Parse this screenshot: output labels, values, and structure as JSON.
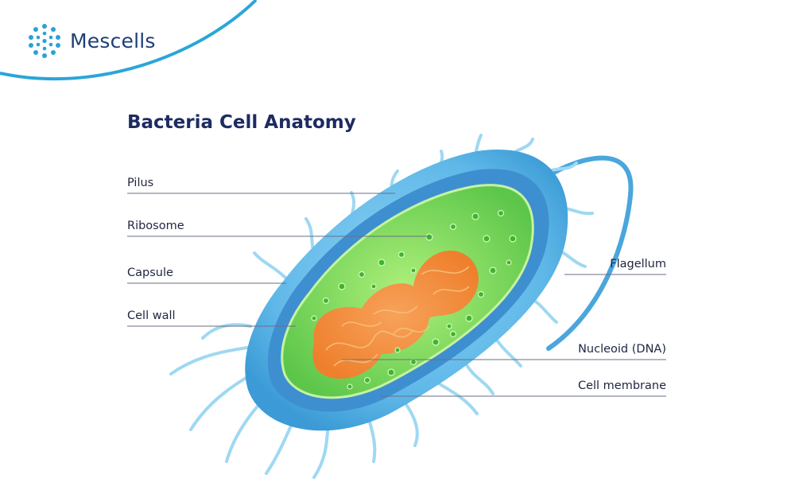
{
  "brand": {
    "name": "Mescells"
  },
  "diagram": {
    "title": "Bacteria Cell Anatomy",
    "labels": {
      "pilus": "Pilus",
      "ribosome": "Ribosome",
      "capsule": "Capsule",
      "cell_wall": "Cell wall",
      "flagellum": "Flagellum",
      "nucleoid": "Nucleoid (DNA)",
      "cell_membrane": "Cell membrane"
    }
  },
  "colors": {
    "brand_arc": "#2aa6d8",
    "brand_text": "#1e3f78",
    "title_text": "#1e2b62",
    "capsule": "#5fb8e8",
    "cell_wall": "#3e8fd0",
    "cytoplasm": "#7fd85a",
    "ribosome": "#3fb52c",
    "nucleoid": "#f0883a",
    "leader_line": "#6a6f86"
  }
}
